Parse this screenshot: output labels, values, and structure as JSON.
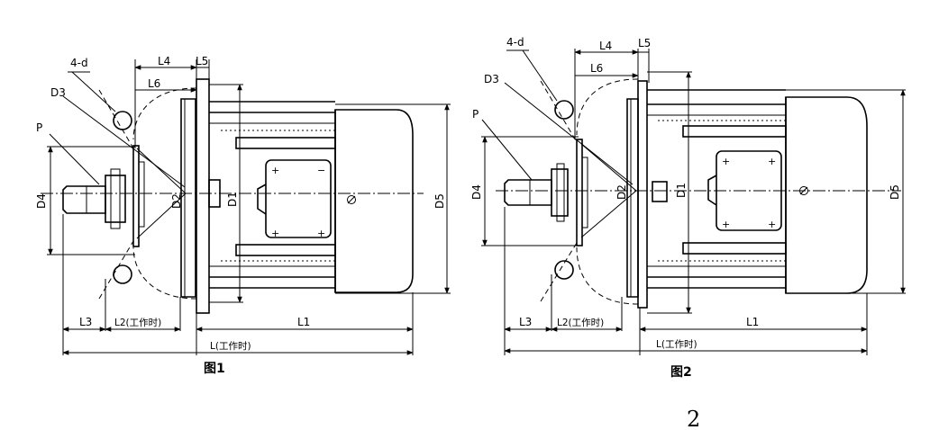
{
  "figures": [
    {
      "caption": "图1",
      "labels": {
        "four_d": "4-d",
        "d3": "D3",
        "p": "P",
        "l4": "L4",
        "l5": "L5",
        "l6": "L6",
        "d4": "D4",
        "d2": "D2",
        "d1": "D1",
        "d5": "D5",
        "l3": "L3",
        "l2": "L2(工作时)",
        "l1": "L1",
        "l": "L(工作时)"
      }
    },
    {
      "caption": "图2",
      "labels": {
        "four_d": "4-d",
        "d3": "D3",
        "p": "P",
        "l4": "L4",
        "l5": "L5",
        "l6": "L6",
        "d4": "D4",
        "d2": "D2",
        "d1": "D1",
        "d5": "D5",
        "l3": "L3",
        "l2": "L2(工作时)",
        "l1": "L1",
        "l": "L(工作时)"
      }
    }
  ],
  "page_number": "2"
}
